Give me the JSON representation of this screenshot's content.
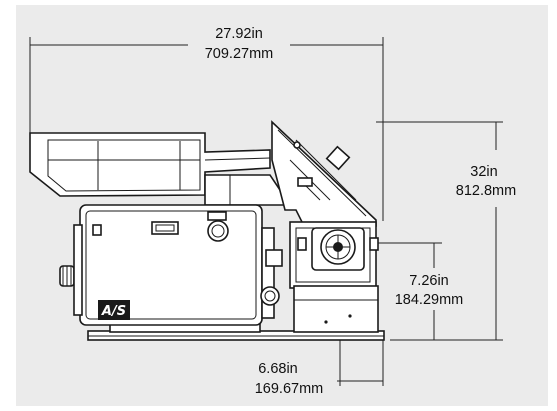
{
  "dimensions": {
    "width": {
      "in": "27.92in",
      "mm": "709.27mm"
    },
    "height": {
      "in": "32in",
      "mm": "812.8mm"
    },
    "axis_height": {
      "in": "7.26in",
      "mm": "184.29mm"
    },
    "axis_offset": {
      "in": "6.68in",
      "mm": "169.67mm"
    }
  },
  "machine": {
    "logo_text": "A/S"
  },
  "colors": {
    "background": "#ebebeb",
    "line": "#1a1a1a",
    "panel_fill": "#ffffff"
  }
}
